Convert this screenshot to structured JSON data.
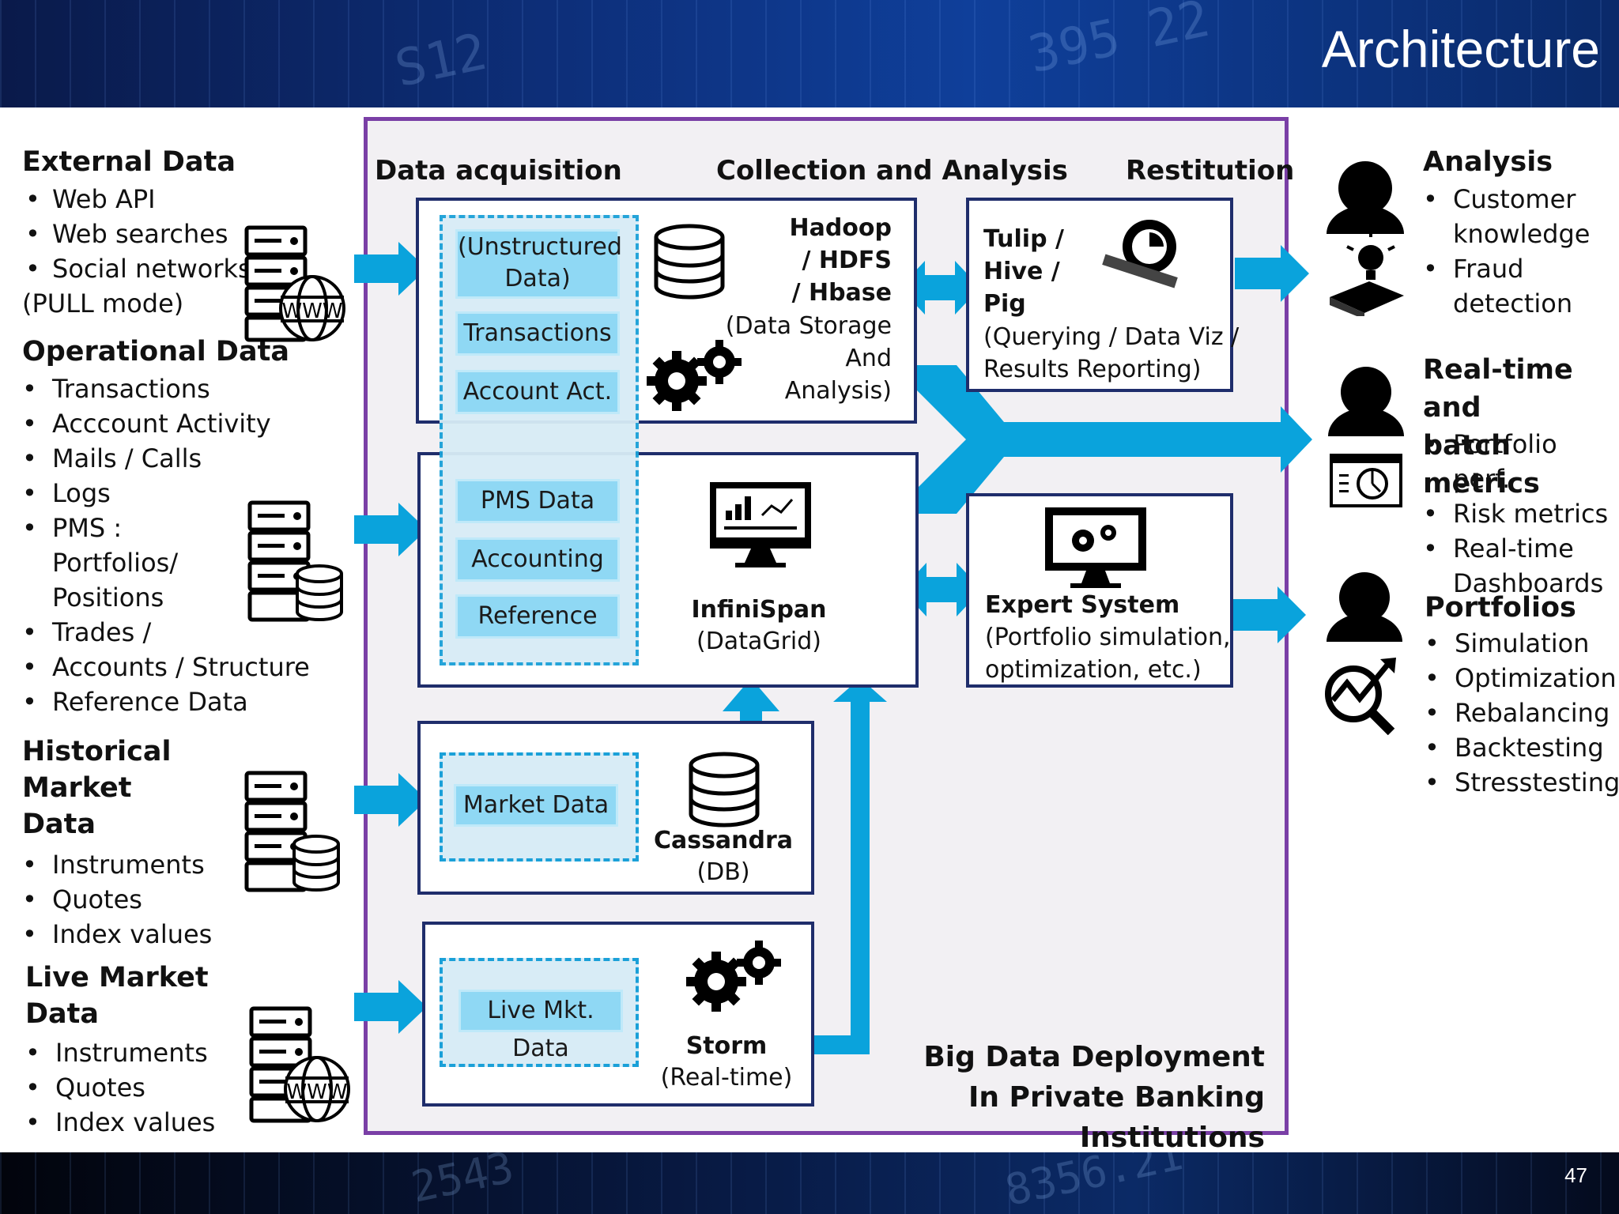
{
  "slide": {
    "title": "Architecture",
    "page_number": "47"
  },
  "left": {
    "external": {
      "heading": "External Data",
      "items": [
        "Web API",
        "Web searches",
        "Social networks"
      ],
      "note": "(PULL mode)"
    },
    "operational": {
      "heading": "Operational Data",
      "items": [
        "Transactions",
        "Acccount  Activity",
        "Mails / Calls",
        "Logs",
        "PMS :",
        "Portfolios/",
        "Positions",
        "Trades /",
        "Accounts / Structure",
        "Reference Data"
      ]
    },
    "historical": {
      "heading_lines": [
        "Historical",
        "Market",
        "Data"
      ],
      "items": [
        "Instruments",
        "Quotes",
        "Index values"
      ]
    },
    "live": {
      "heading_lines": [
        "Live Market",
        "Data"
      ],
      "items": [
        "Instruments",
        "Quotes",
        "Index values"
      ]
    }
  },
  "frame": {
    "col_acq": "Data acquisition",
    "col_collect": "Collection and Analysis",
    "col_rest": "Restitution",
    "hadoop": {
      "cells": [
        "(Unstructured",
        "Data)",
        "Transactions",
        "Account Act."
      ],
      "title_lines": [
        "Hadoop",
        "/ HDFS",
        "/ Hbase"
      ],
      "desc_lines": [
        "(Data Storage",
        "And",
        "Analysis)"
      ]
    },
    "tulip": {
      "title_lines": [
        "Tulip /",
        "Hive /",
        "Pig"
      ],
      "desc_lines": [
        "(Querying / Data Viz /",
        "Results Reporting)"
      ]
    },
    "infinispan": {
      "cells": [
        "PMS Data",
        "Accounting",
        "Reference"
      ],
      "title": "InfiniSpan",
      "desc": "(DataGrid)"
    },
    "expert": {
      "title": "Expert System",
      "desc_lines": [
        "(Portfolio simulation,",
        "optimization, etc.)"
      ]
    },
    "cassandra": {
      "cell": "Market Data",
      "title": "Cassandra",
      "desc": "(DB)"
    },
    "storm": {
      "cell": "Live Mkt. Data",
      "title": "Storm",
      "desc": "(Real-time)"
    },
    "footer_lines": [
      "Big Data Deployment",
      "In Private Banking Institutions"
    ]
  },
  "right": {
    "analysis": {
      "heading": "Analysis",
      "items": [
        "Customer",
        "knowledge",
        "Fraud",
        "detection"
      ]
    },
    "metrics": {
      "heading_lines": [
        "Real-time and",
        "batch metrics"
      ],
      "items": [
        "Portfolio perf.",
        "Risk metrics",
        "Real-time",
        "Dashboards"
      ]
    },
    "portfolios": {
      "heading": "Portfolios",
      "items": [
        "Simulation",
        "Optimization",
        "Rebalancing",
        "Backtesting",
        "Stresstesting"
      ]
    }
  },
  "colors": {
    "arrow": "#0aa3dc",
    "frame_border": "#7a3fa6",
    "box_border": "#1f2d6b",
    "cell_fill": "#8fd8f4"
  }
}
